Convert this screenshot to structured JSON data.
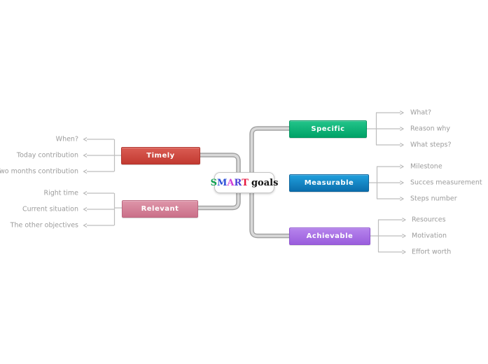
{
  "app": {
    "name": "mind-map-canvas",
    "background_color": "#ffffff"
  },
  "center_node": {
    "letters": [
      "S",
      "M",
      "A",
      "R",
      "T"
    ],
    "letter_colors": [
      "#0aa14e",
      "#2b4fd7",
      "#d03ed6",
      "#4a3fd6",
      "#e5173f"
    ],
    "suffix": "goals",
    "suffix_color": "#111111"
  },
  "branches": {
    "specific": {
      "label": "Specific",
      "color_top": "#22c48a",
      "color_bottom": "#00a267",
      "children": [
        "What?",
        "Reason why",
        "What steps?"
      ]
    },
    "measurable": {
      "label": "Measurable",
      "color_top": "#209fdc",
      "color_bottom": "#0b6ead",
      "children": [
        "Milestone",
        "Succes measurement",
        "Steps number"
      ]
    },
    "achievable": {
      "label": "Achievable",
      "color_top": "#b684ec",
      "color_bottom": "#9a5ddd",
      "children": [
        "Resources",
        "Motivation",
        "Effort worth"
      ]
    },
    "timely": {
      "label": "Timely",
      "color_top": "#da5c53",
      "color_bottom": "#c23a31",
      "children": [
        "When?",
        "Today contribution",
        "Two months contribution"
      ]
    },
    "relevant": {
      "label": "Relevant",
      "color_top": "#de95a9",
      "color_bottom": "#ca7089",
      "children": [
        "Right time",
        "Current situation",
        "The other objectives"
      ]
    }
  },
  "connectors": {
    "trunk_outer_color": "#a2a2a2",
    "trunk_inner_color": "#d9d9d9",
    "thin_line_color": "#bdbdbd",
    "leaf_text_color": "#9b9b9b"
  }
}
